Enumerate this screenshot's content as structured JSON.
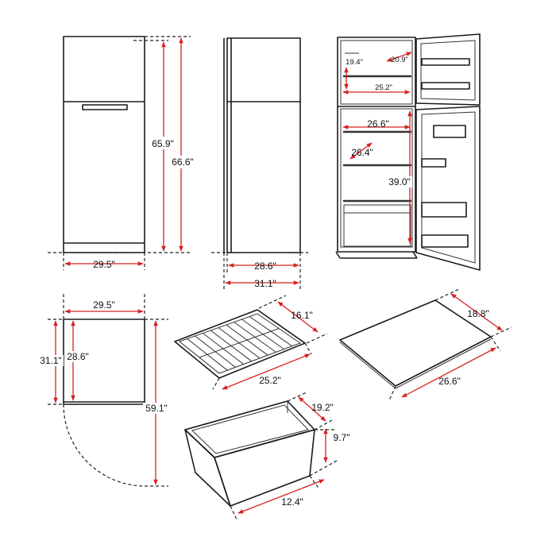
{
  "colors": {
    "dimension": "#d82020",
    "outline": "#1a1a1a"
  },
  "front_view": {
    "width": "29.5\"",
    "cabinet_height": "65.9\"",
    "total_height": "66.6\""
  },
  "side_view": {
    "depth_no_handle": "28.6\"",
    "depth_with_handle": "31.1\""
  },
  "open_view": {
    "freezer_width": "20.9\"",
    "freezer_height": "19.4\"",
    "freezer_shelf_width": "25.2\"",
    "fridge_width": "26.6\"",
    "shelf_depth": "26.4\"",
    "fridge_height": "39.0\""
  },
  "top_view": {
    "width": "29.5\"",
    "depth_no_handle": "28.6\"",
    "depth_with_handle": "31.1\"",
    "door_open_depth": "59.1\""
  },
  "wire_shelf": {
    "depth": "16.1\"",
    "width": "25.2\""
  },
  "glass_shelf": {
    "depth": "18.8\"",
    "width": "26.6\""
  },
  "crisper_drawer": {
    "depth": "19.2\"",
    "height": "9.7\"",
    "width": "12.4\""
  }
}
